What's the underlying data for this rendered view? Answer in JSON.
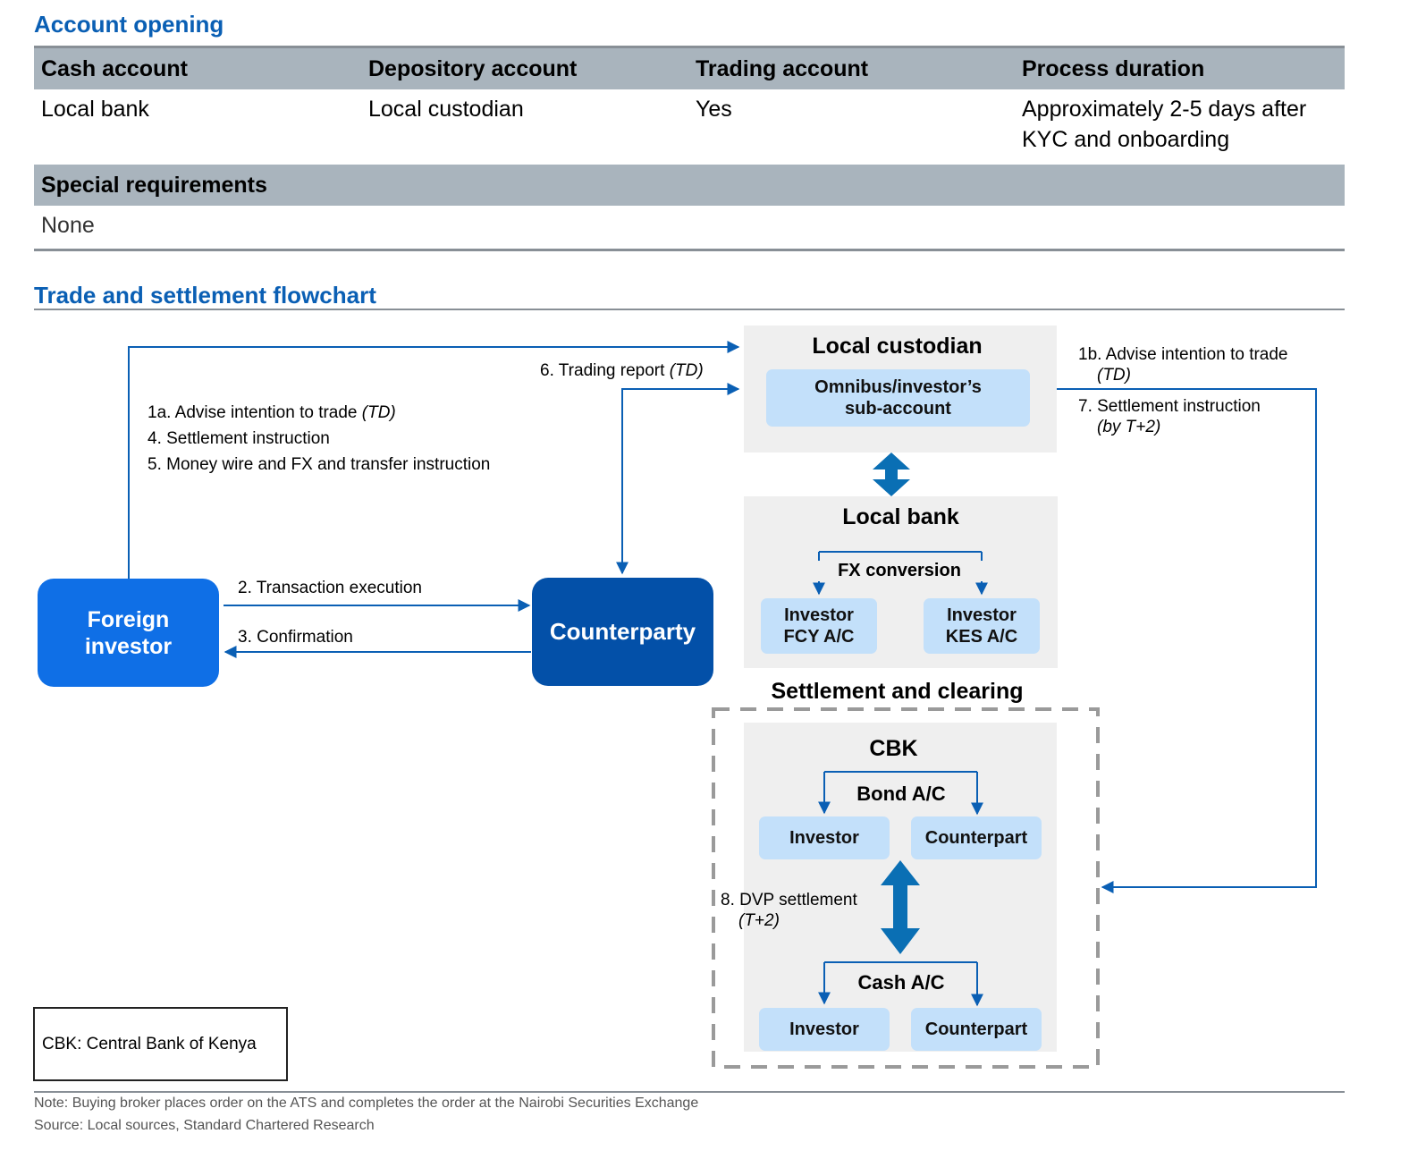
{
  "account_opening": {
    "title": "Account opening",
    "headers": [
      "Cash account",
      "Depository account",
      "Trading account",
      "Process duration"
    ],
    "values": [
      "Local bank",
      "Local custodian",
      "Yes"
    ],
    "duration_lines": [
      "Approximately 2-5 days after",
      "KYC and onboarding"
    ],
    "special_header": "Special requirements",
    "special_value": "None"
  },
  "flowchart": {
    "title": "Trade and settlement flowchart",
    "foreign_investor": "Foreign investor",
    "counterparty": "Counterparty",
    "local_custodian": {
      "title": "Local custodian",
      "sub_account": "Omnibus/investor’s sub-account"
    },
    "local_bank": {
      "title": "Local bank",
      "fx_conversion": "FX conversion",
      "investor_fcy": [
        "Investor",
        "FCY A/C"
      ],
      "investor_kes": [
        "Investor",
        "KES A/C"
      ]
    },
    "settlement": {
      "title": "Settlement and clearing",
      "cbk": "CBK",
      "bond_ac": "Bond A/C",
      "cash_ac": "Cash A/C",
      "investor": "Investor",
      "counterpart": "Counterpart"
    },
    "labels": {
      "step_1a": "1a. Advise intention to trade",
      "step_4": "4. Settlement instruction",
      "step_5": "5. Money wire and FX and transfer instruction",
      "step_6": "6. Trading report",
      "step_2": "2.  Transaction execution",
      "step_3": "3. Confirmation",
      "step_1b": "1b. Advise intention to trade",
      "step_7": "7. Settlement instruction",
      "by_t2": "(by T+2)",
      "step_8": "8. DVP settlement",
      "t2": "(T+2)",
      "td": "(TD)"
    },
    "legend": "CBK: Central Bank of Kenya"
  },
  "footer": {
    "note": "Note: Buying broker places order on the ATS and completes the order at the Nairobi Securities Exchange",
    "source": "Source: Local sources, Standard Chartered Research"
  },
  "colors": {
    "title_blue": "#0a5fb4",
    "header_gray": "#a9b4bd",
    "arrow_blue": "#0a5fb4",
    "foreign_investor_blue": "#0f6fe6",
    "counterparty_blue": "#0350a8",
    "light_box": "#c3e0fa",
    "panel_gray": "#efefef"
  }
}
